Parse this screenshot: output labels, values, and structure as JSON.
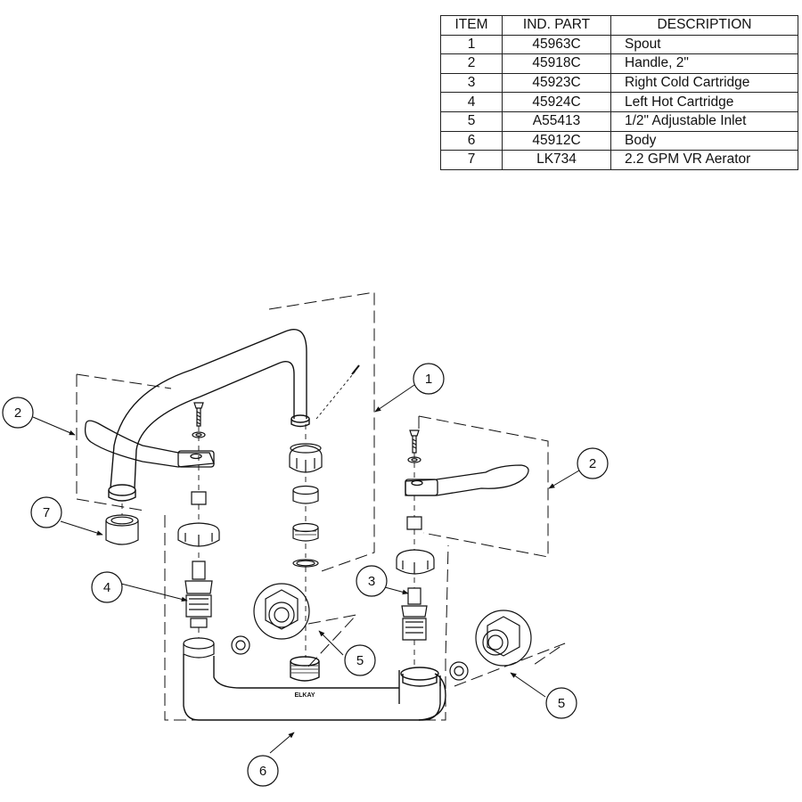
{
  "table": {
    "headers": {
      "item": "ITEM",
      "part": "IND. PART",
      "description": "DESCRIPTION"
    },
    "rows": [
      {
        "item": "1",
        "part": "45963C",
        "description": "Spout"
      },
      {
        "item": "2",
        "part": "45918C",
        "description": "Handle, 2\""
      },
      {
        "item": "3",
        "part": "45923C",
        "description": "Right Cold Cartridge"
      },
      {
        "item": "4",
        "part": "45924C",
        "description": "Left Hot Cartridge"
      },
      {
        "item": "5",
        "part": "A55413",
        "description": "1/2\" Adjustable Inlet"
      },
      {
        "item": "6",
        "part": "45912C",
        "description": "Body"
      },
      {
        "item": "7",
        "part": "LK734",
        "description": "2.2 GPM VR Aerator"
      }
    ]
  },
  "callouts": {
    "spout": "1",
    "handle_left": "2",
    "handle_right": "2",
    "right_cartridge": "3",
    "left_cartridge": "4",
    "inlet_center": "5",
    "inlet_right": "5",
    "body": "6",
    "aerator": "7"
  },
  "body_brand": "ELKAY"
}
